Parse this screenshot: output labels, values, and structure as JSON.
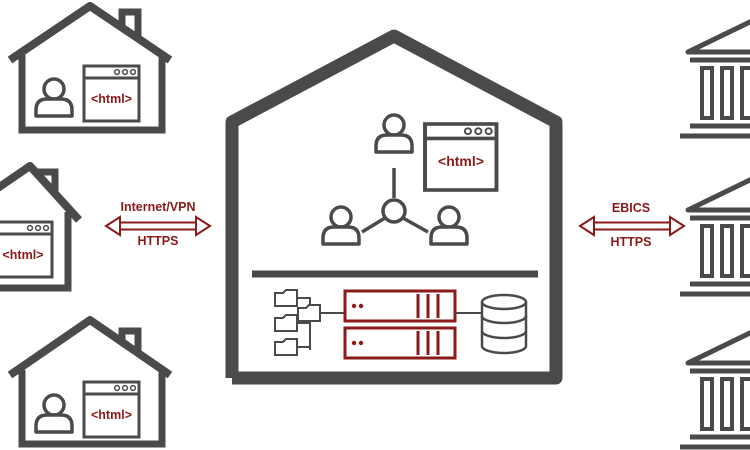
{
  "diagram": {
    "small_house_html": "<html>",
    "center_html": "<html>",
    "link_left_top": "Internet/VPN",
    "link_left_bottom": "HTTPS",
    "link_right_top": "EBICS",
    "link_right_bottom": "HTTPS",
    "colors": {
      "stroke": "#4a4a4a",
      "accent": "#8b1a1a",
      "background": "#ffffff"
    }
  }
}
